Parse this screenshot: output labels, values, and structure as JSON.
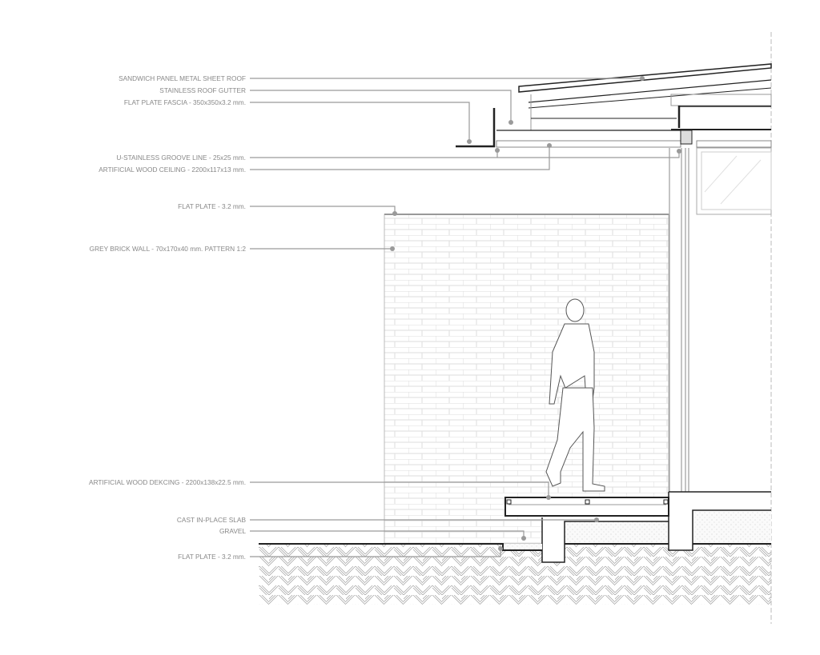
{
  "labels": {
    "roof": "SANDWICH PANEL METAL SHEET ROOF",
    "gutter": "STAINLESS ROOF GUTTER",
    "fascia": "FLAT PLATE FASCIA - 350x350x3.2 mm.",
    "groove": "U-STAINLESS GROOVE LINE - 25x25 mm.",
    "ceiling": "ARTIFICIAL WOOD CEILING - 2200x117x13 mm.",
    "flat_plate_top": "FLAT PLATE - 3.2 mm.",
    "brick": "GREY BRICK WALL - 70x170x40 mm. PATTERN 1:2",
    "decking": "ARTIFICIAL WOOD DEKCING - 2200x138x22.5 mm.",
    "slab": "CAST IN-PLACE SLAB",
    "gravel": "GRAVEL",
    "flat_plate_bottom": "FLAT PLATE - 3.2 mm."
  },
  "colors": {
    "leader": "#9a9a9a",
    "line": "#222222",
    "light": "#bbbbbb"
  }
}
